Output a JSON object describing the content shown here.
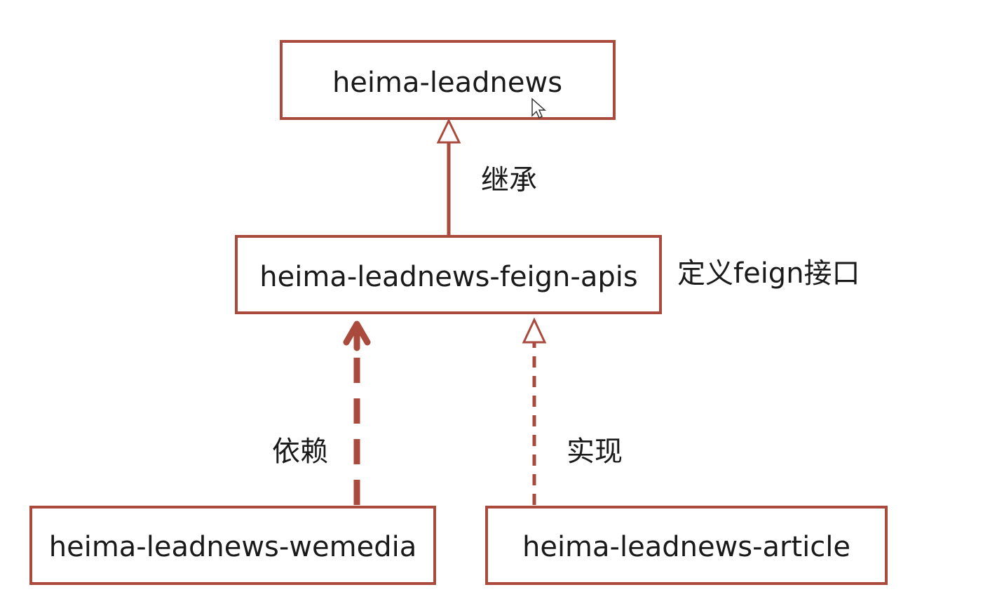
{
  "nodes": {
    "root": {
      "label": "heima-leadnews"
    },
    "feign_apis": {
      "label": "heima-leadnews-feign-apis"
    },
    "wemedia": {
      "label": "heima-leadnews-wemedia"
    },
    "article": {
      "label": "heima-leadnews-article"
    }
  },
  "edges": {
    "inherit": {
      "label": "继承",
      "style": "solid",
      "arrowhead": "hollow-triangle"
    },
    "depend": {
      "label": "依赖",
      "style": "dashed-bold",
      "arrowhead": "open-arrow"
    },
    "implement": {
      "label": "实现",
      "style": "dashed",
      "arrowhead": "hollow-triangle"
    }
  },
  "annotations": {
    "feign_note": "定义feign接口"
  },
  "colors": {
    "stroke": "#a94a3c",
    "text": "#1a1a1a",
    "background": "#ffffff"
  },
  "icons": {
    "cursor": "mouse-pointer-icon"
  }
}
